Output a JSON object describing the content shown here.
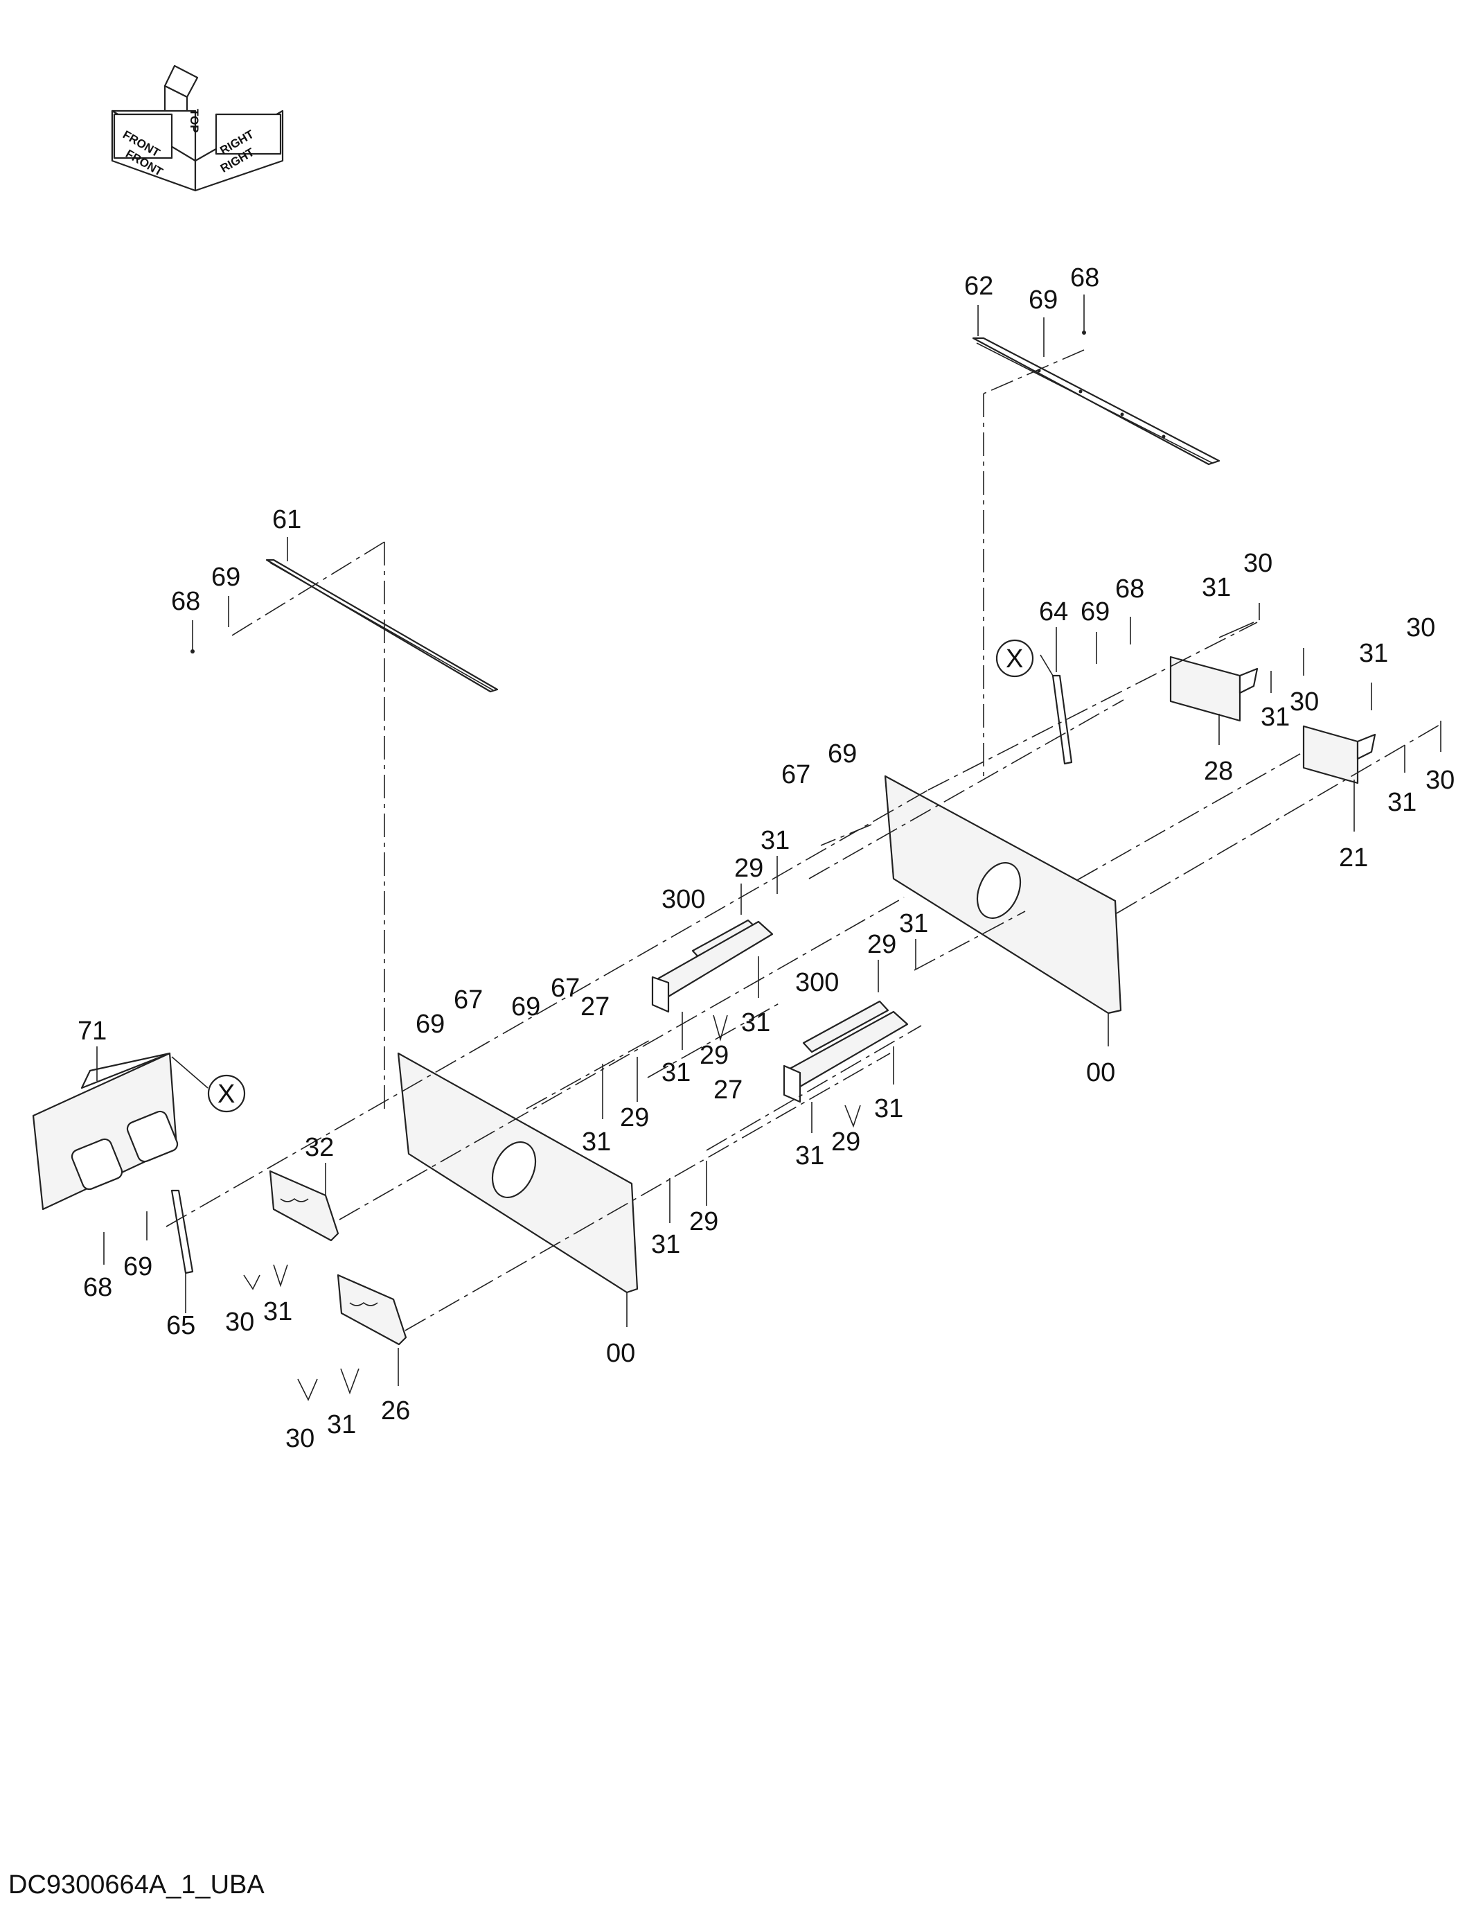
{
  "orientation": {
    "labels": [
      "FRONT",
      "FRONT",
      "TOP",
      "RIGHT",
      "RIGHT"
    ]
  },
  "callouts": {
    "c62": "62",
    "c69a": "69",
    "c68a": "68",
    "c61": "61",
    "c69b": "69",
    "c68b": "68",
    "c31a": "31",
    "c30a": "30",
    "c64": "64",
    "c69c": "69",
    "c68c": "68",
    "cXa": "X",
    "c31b": "31",
    "c30b": "30",
    "c31c": "31",
    "c30c": "30",
    "c28": "28",
    "c31d": "31",
    "c30d": "30",
    "c21": "21",
    "c67a": "67",
    "c69d": "69",
    "c29a": "29",
    "c31e": "31",
    "c300a": "300",
    "c27a": "27",
    "c29b": "29",
    "c31f": "31",
    "c31g": "31",
    "c29c": "29",
    "c31h": "31",
    "c300b": "300",
    "c00a": "00",
    "c69e": "69",
    "c67b": "67",
    "c69f": "69",
    "c67c": "67",
    "c71": "71",
    "cXb": "X",
    "c31i": "31",
    "c29d": "29",
    "c27b": "27",
    "c29e": "29",
    "c31j": "31",
    "c31k": "31",
    "c32": "32",
    "c31l": "31",
    "c29f": "29",
    "c68d": "68",
    "c69g": "69",
    "c65": "65",
    "c30e": "30",
    "c31m": "31",
    "c00b": "00",
    "c26": "26",
    "c30f": "30",
    "c31n": "31"
  },
  "footer": {
    "doc_id": "DC9300664A_1_UBA"
  }
}
